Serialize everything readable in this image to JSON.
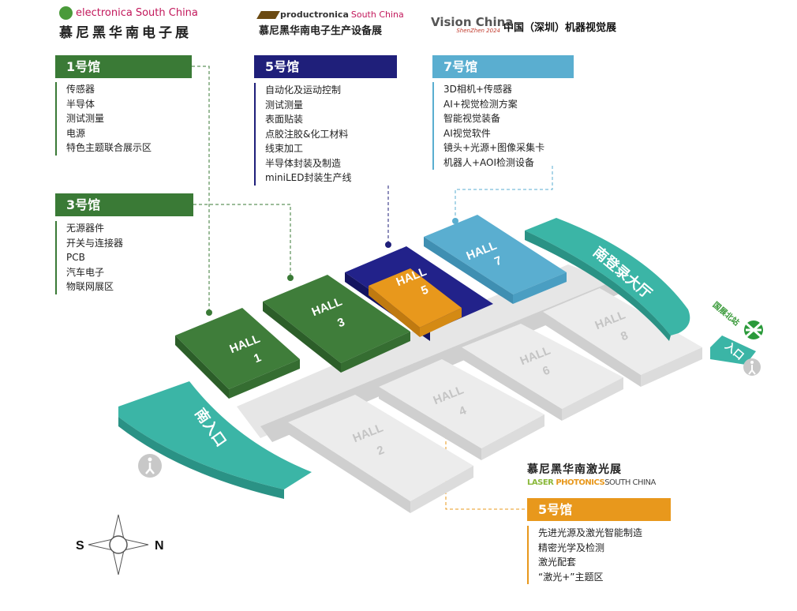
{
  "logos": {
    "electronica": {
      "name_a": "electronica",
      "name_b": "South China",
      "cn": "慕尼黑华南电子展"
    },
    "productronica": {
      "name_a": "productronica",
      "name_b": "South China",
      "cn": "慕尼黑华南电子生产设备展"
    },
    "vision": {
      "name": "Vision China",
      "sub": "ShenZhen 2024",
      "cn": "中国（深圳）机器视觉展"
    },
    "laser": {
      "cn": "慕尼黑华南激光展",
      "name_a": "LASER",
      "name_b": "PHOTONICS",
      "name_c": "SOUTH CHINA"
    }
  },
  "boxes": {
    "hall1": {
      "title": "1号馆",
      "items": [
        "传感器",
        "半导体",
        "测试测量",
        "电源",
        "特色主题联合展示区"
      ],
      "color": "#3a7a36"
    },
    "hall3": {
      "title": "3号馆",
      "items": [
        "无源器件",
        "开关与连接器",
        "PCB",
        "汽车电子",
        "物联网展区"
      ],
      "color": "#3a7a36"
    },
    "hall5": {
      "title": "5号馆",
      "items": [
        "自动化及运动控制",
        "测试测量",
        "表面贴装",
        "点胶注胶&化工材料",
        "线束加工",
        "半导体封装及制造",
        "miniLED封装生产线"
      ],
      "color": "#1f1f7a"
    },
    "hall7": {
      "title": "7号馆",
      "items": [
        "3D相机+传感器",
        "AI+视觉检测方案",
        "智能视觉装备",
        "AI视觉软件",
        "镜头+光源+图像采集卡",
        "机器人+AOI检测设备"
      ],
      "color": "#5aaed0"
    },
    "hall5laser": {
      "title": "5号馆",
      "items": [
        "先进光源及激光智能制造",
        "精密光学及检测",
        "激光配套",
        "“激光+”主题区"
      ],
      "color": "#e8981c"
    }
  },
  "map": {
    "halls": {
      "h1": [
        "HALL",
        "1"
      ],
      "h3": [
        "HALL",
        "3"
      ],
      "h5": [
        "HALL",
        "5"
      ],
      "h7": [
        "HALL",
        "7"
      ],
      "h2": [
        "HALL",
        "2"
      ],
      "h4": [
        "HALL",
        "4"
      ],
      "h6": [
        "HALL",
        "6"
      ],
      "h8": [
        "HALL",
        "8"
      ]
    },
    "south_lobby": "南登录大厅",
    "south_entrance": "南入口",
    "entrance": "入口",
    "metro_station": "国展北站"
  },
  "compass": {
    "west": "S",
    "east": "N"
  }
}
